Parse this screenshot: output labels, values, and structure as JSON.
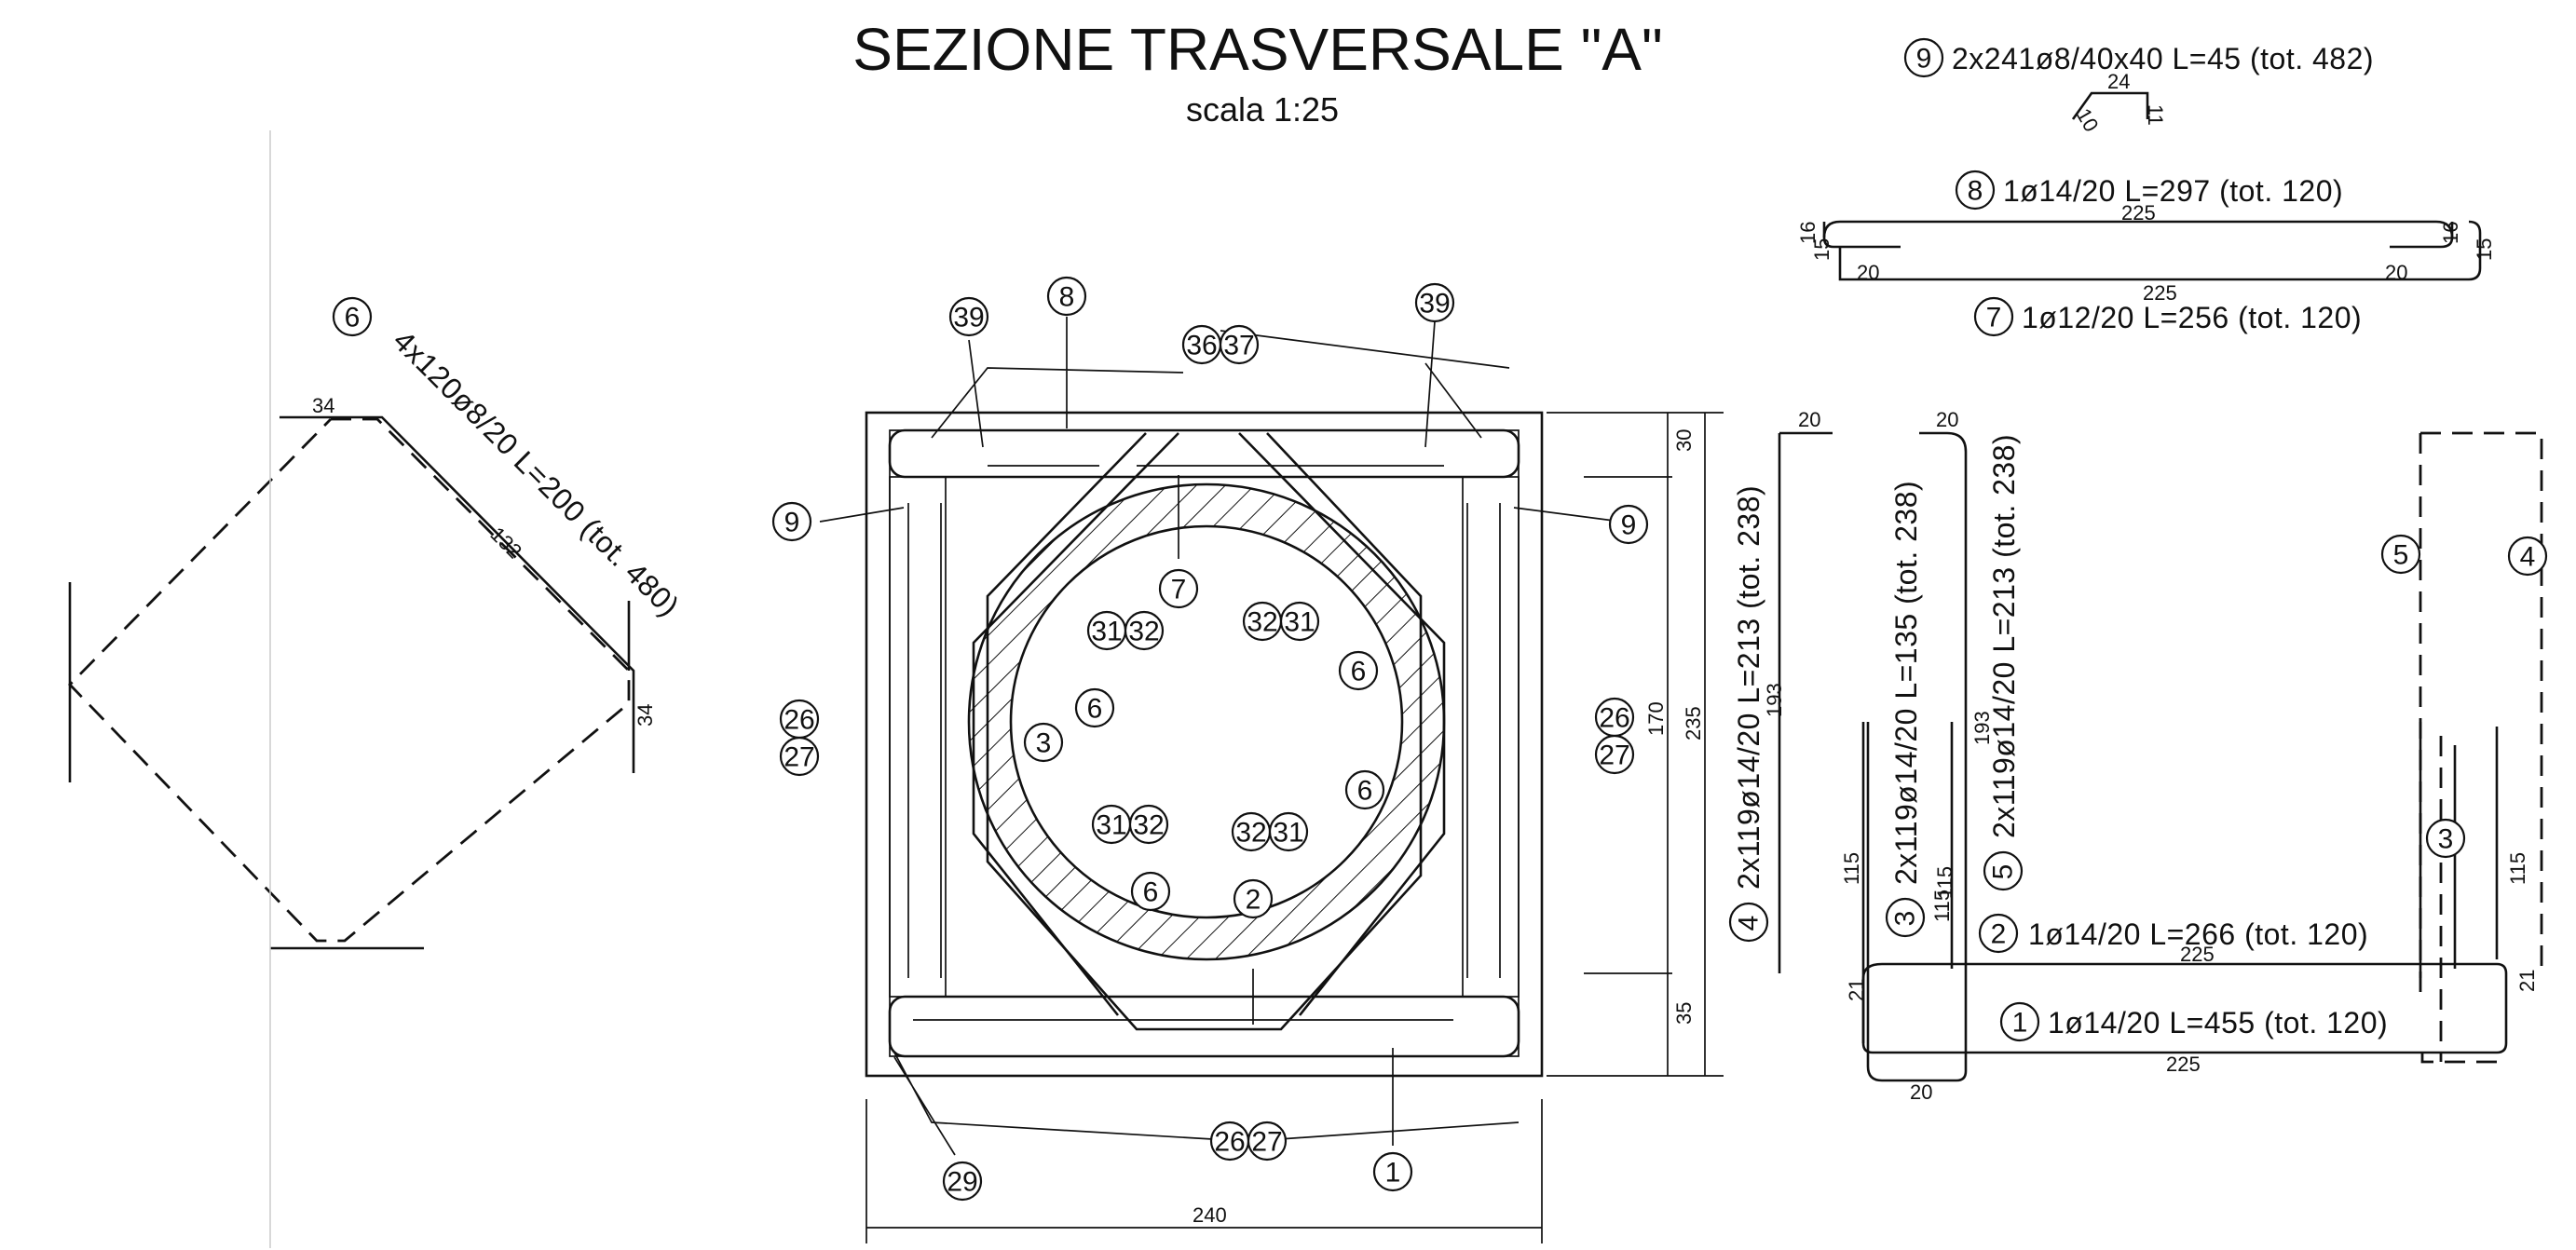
{
  "title": "SEZIONE TRASVERSALE \"A\"",
  "scale": "scala 1:25",
  "bars": {
    "b9": {
      "mark": "9",
      "spec": "2x241ø8/40x40  L=45  (tot. 482)",
      "d1": "24",
      "d2": "11",
      "d3": "10"
    },
    "b8": {
      "mark": "8",
      "spec": "1ø14/20  L=297  (tot.  120)",
      "d_len": "225",
      "d_hook": "16",
      "d_hook2": "15",
      "d_end": "20"
    },
    "b7": {
      "mark": "7",
      "spec": "1ø12/20  L=256  (tot.  120)",
      "d_len": "225",
      "d_hook": "15",
      "d_end": "20"
    },
    "b6": {
      "mark": "6",
      "spec": "4x120ø8/20  L=200  (tot.  480)",
      "d1": "34",
      "d2": "132",
      "d3": "34"
    },
    "b4": {
      "mark": "4",
      "spec": "2x119ø14/20  L=213  (tot.  238)",
      "d_top": "20",
      "d_len": "193"
    },
    "b3": {
      "mark": "3",
      "spec": "2x119ø14/20  L=135  (tot.  238)",
      "d_top": "20",
      "d_len": "115",
      "d_bot": "20"
    },
    "b5": {
      "mark": "5",
      "spec": "2x119ø14/20  L=213  (tot.  238)",
      "d_len": "193"
    },
    "b2": {
      "mark": "2",
      "spec": "1ø14/20  L=266  (tot.  120)",
      "d_len": "225",
      "d_hook": "21"
    },
    "b1": {
      "mark": "1",
      "spec": "1ø14/20  L=455  (tot.  120)",
      "d_len": "225",
      "d_hook": "21",
      "d_side": "115"
    }
  },
  "section": {
    "dims": {
      "top": "30",
      "middle": "170",
      "total": "235",
      "bottom": "35",
      "width": "240"
    },
    "marks": [
      "39",
      "8",
      "36",
      "37",
      "39",
      "9",
      "9",
      "7",
      "31",
      "32",
      "32",
      "31",
      "6",
      "6",
      "26",
      "27",
      "26",
      "27",
      "3",
      "6",
      "31",
      "32",
      "32",
      "31",
      "6",
      "2",
      "26",
      "27",
      "29",
      "1"
    ]
  },
  "elevation_marks": [
    "5",
    "4",
    "3"
  ]
}
